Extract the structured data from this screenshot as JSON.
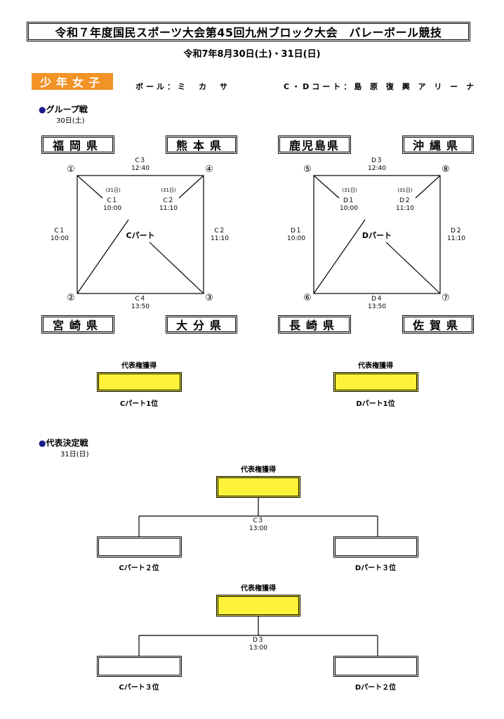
{
  "title": "令和７年度国民スポーツ大会第45回九州ブロック大会　バレーボール競技",
  "date": "令和7年8月30日(土)・31日(日)",
  "category": "少年女子",
  "ball": "ボール：ミ　カ　サ",
  "court": "C・Dコート：島 原 復 興 ア リ ー ナ",
  "group_section": {
    "title": "グループ戦",
    "day": "30日(土)"
  },
  "group_c": {
    "teams": [
      "福岡県",
      "熊本県",
      "宮崎県",
      "大分県"
    ],
    "nums": [
      "①",
      "④",
      "②",
      "③"
    ],
    "top": {
      "match": "C３",
      "time": "12:40"
    },
    "left": {
      "match": "C１",
      "time": "10:00"
    },
    "right": {
      "match": "C２",
      "time": "11:10"
    },
    "bottom": {
      "match": "C４",
      "time": "13:50"
    },
    "diag1": {
      "note": "(31日)",
      "match": "C１",
      "time": "10:00"
    },
    "diag2": {
      "note": "(31日)",
      "match": "C２",
      "time": "11:10"
    },
    "center": "Cパート"
  },
  "group_d": {
    "teams": [
      "鹿児島県",
      "沖縄県",
      "長崎県",
      "佐賀県"
    ],
    "nums": [
      "⑤",
      "⑧",
      "⑥",
      "⑦"
    ],
    "top": {
      "match": "D３",
      "time": "12:40"
    },
    "left": {
      "match": "D１",
      "time": "10:00"
    },
    "right": {
      "match": "D２",
      "time": "11:10"
    },
    "bottom": {
      "match": "D４",
      "time": "13:50"
    },
    "diag1": {
      "note": "(31日)",
      "match": "D１",
      "time": "10:00"
    },
    "diag2": {
      "note": "(31日)",
      "match": "D２",
      "time": "11:10"
    },
    "center": "Dパート"
  },
  "qualify_label": "代表権獲得",
  "c_winner": "Cパート1位",
  "d_winner": "Dパート1位",
  "final_section": {
    "title": "代表決定戦",
    "day": "31日(日)"
  },
  "final1": {
    "label": "代表権獲得",
    "match": "C３",
    "time": "13:00",
    "left": "Cパート２位",
    "right": "Dパート３位"
  },
  "final2": {
    "label": "代表権獲得",
    "match": "D３",
    "time": "13:00",
    "left": "Cパート３位",
    "right": "Dパート２位"
  },
  "colors": {
    "category_bg": "#f29327",
    "qualify_box": "#fff33a",
    "bullet": "#1a1a8c"
  }
}
